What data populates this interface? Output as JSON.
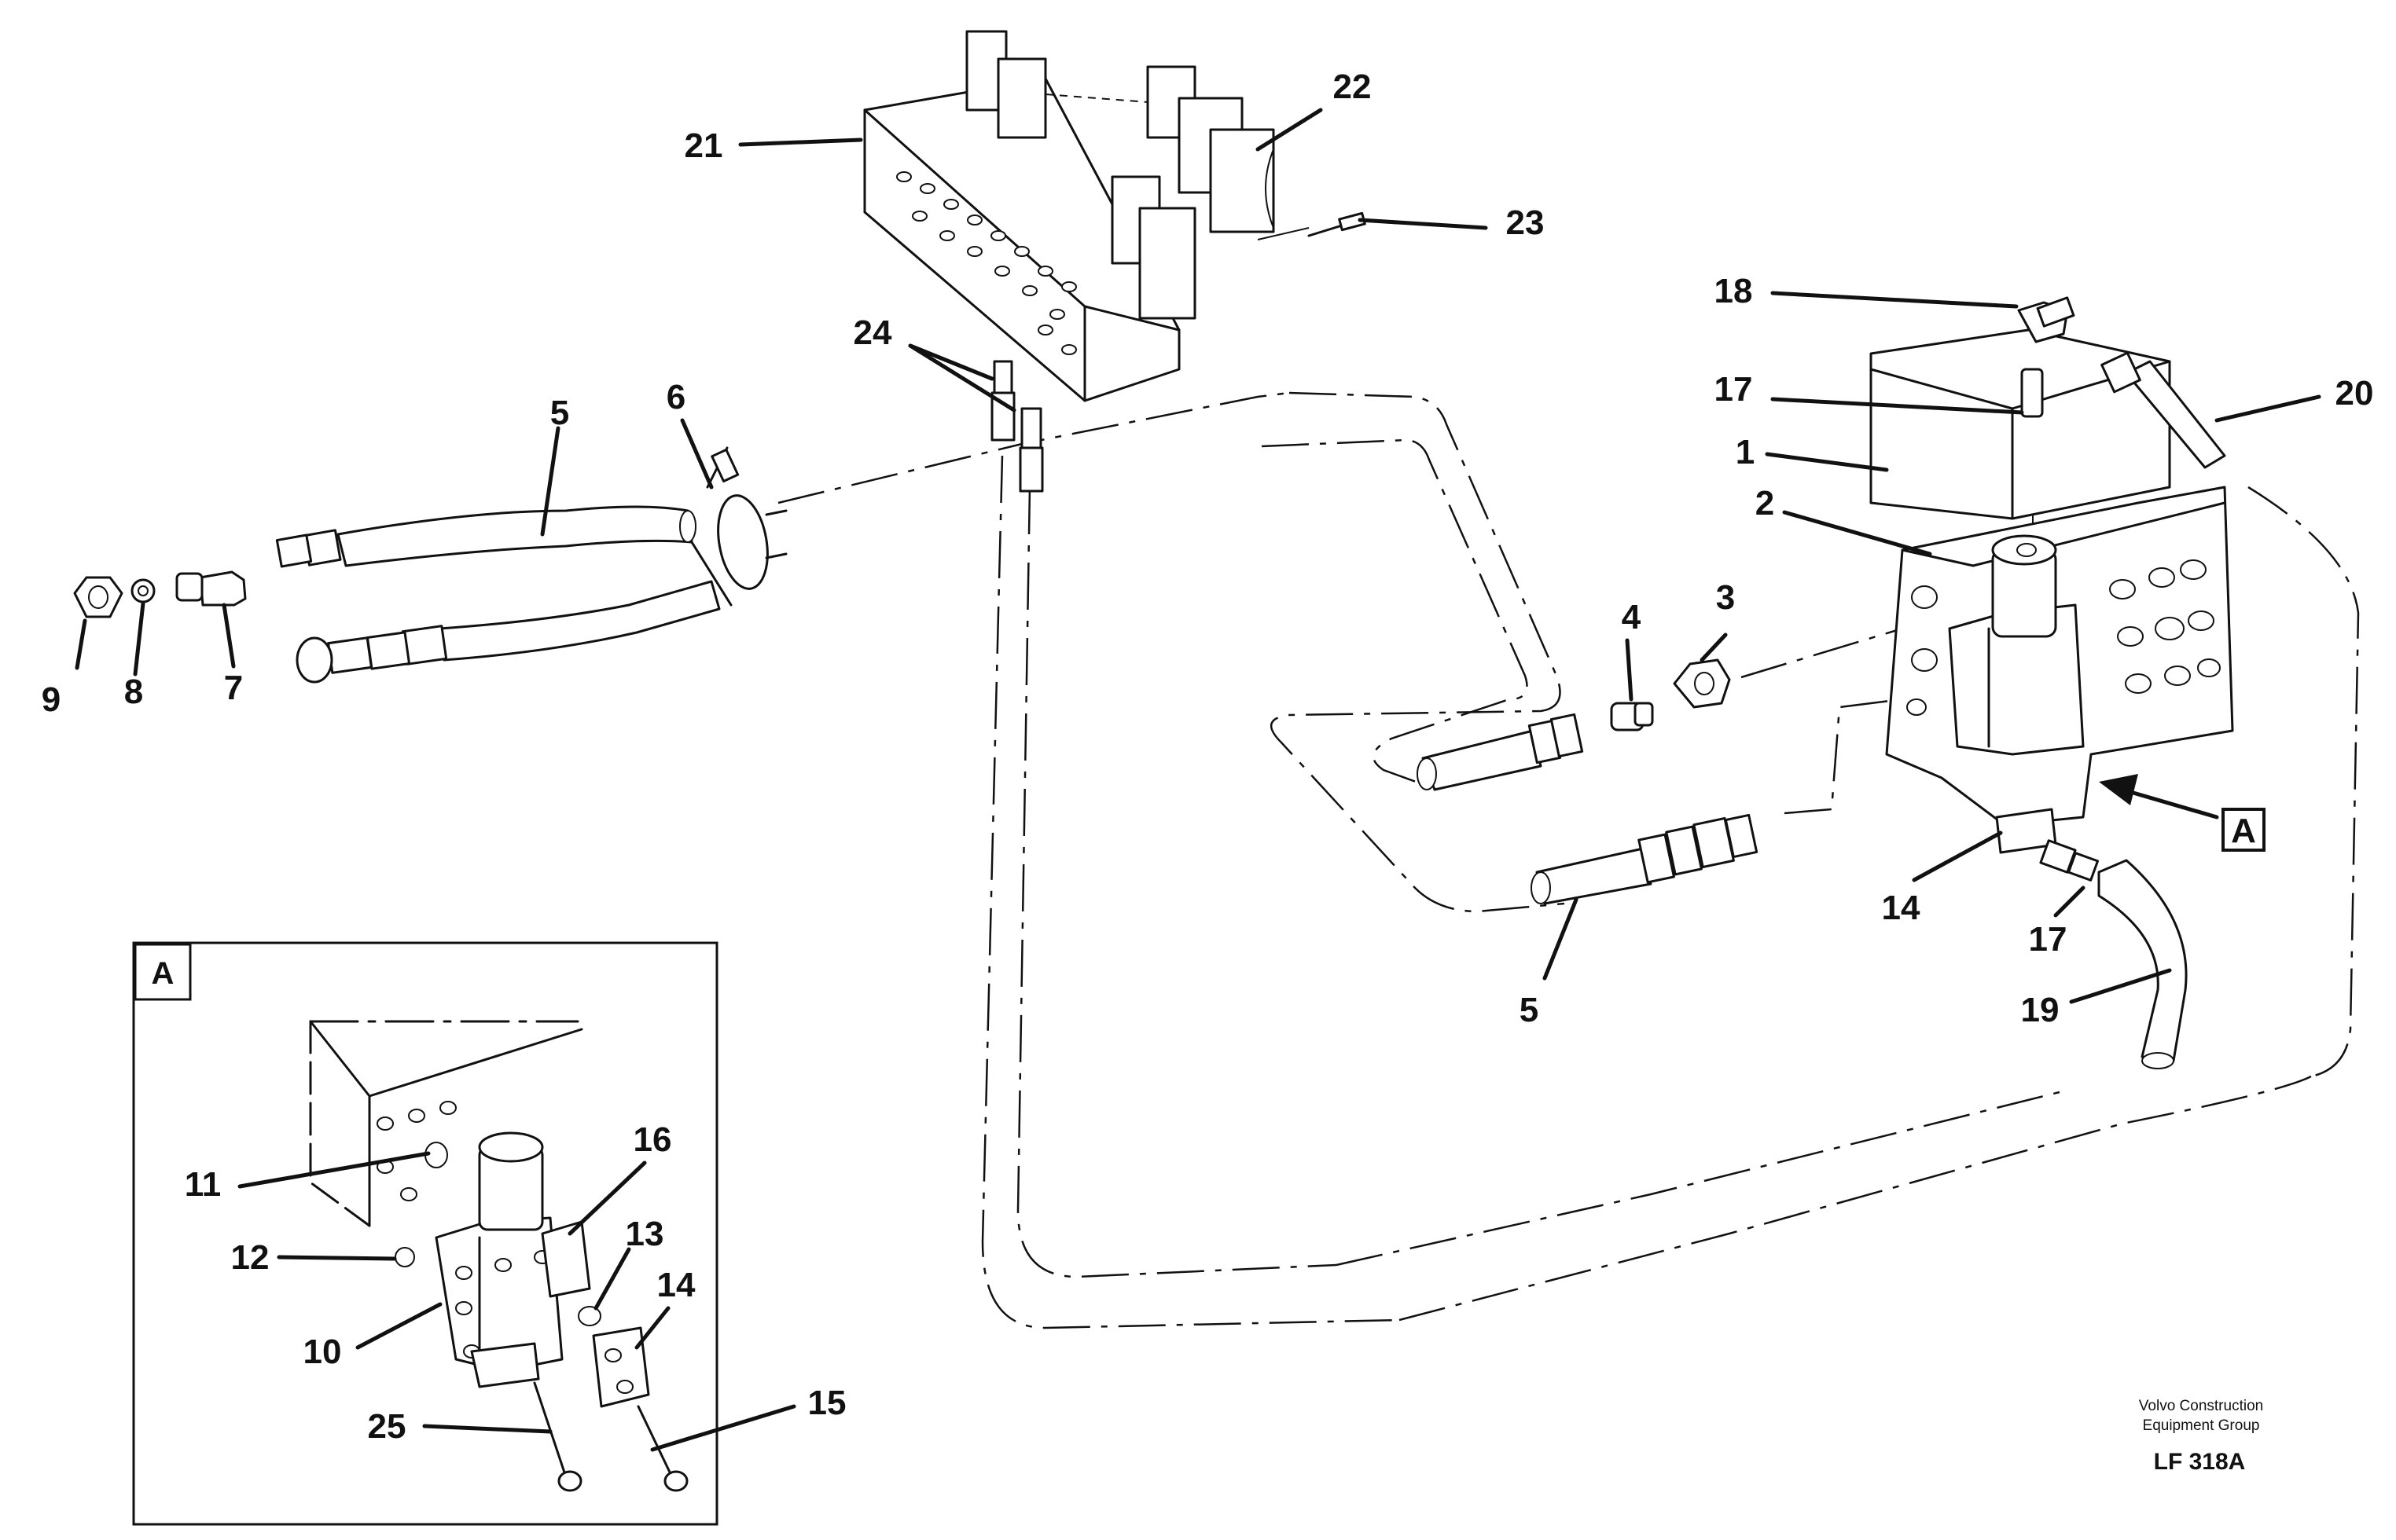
{
  "diagram": {
    "part_numbers": [
      "1",
      "2",
      "3",
      "4",
      "5",
      "5",
      "6",
      "7",
      "8",
      "9",
      "10",
      "11",
      "12",
      "13",
      "14",
      "14",
      "15",
      "16",
      "17",
      "17",
      "18",
      "19",
      "20",
      "21",
      "22",
      "23",
      "24",
      "25"
    ],
    "view_marker": "A",
    "inset": {
      "title": "A"
    },
    "footer": {
      "company_line1": "Volvo Construction",
      "company_line2": "Equipment Group",
      "drawing_code": "LF 318A"
    }
  }
}
